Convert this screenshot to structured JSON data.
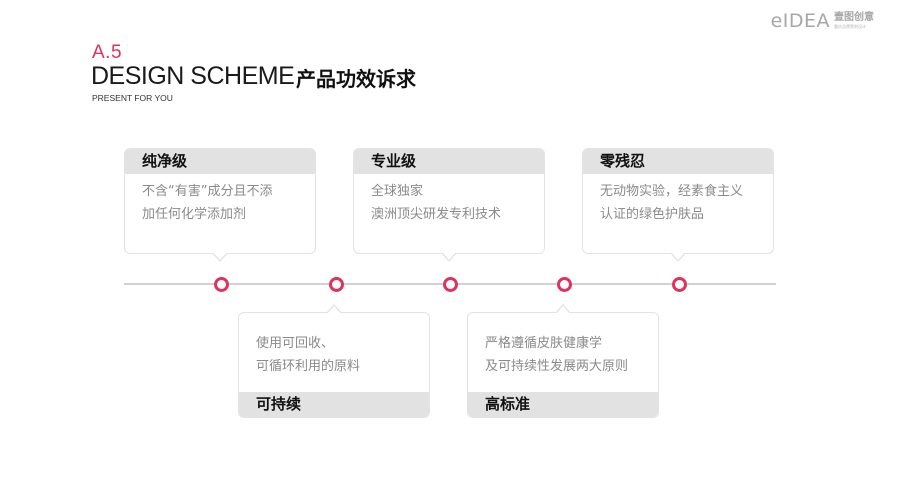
{
  "header": {
    "section_number": "A.5",
    "title": "DESIGN SCHEME",
    "subtitle_cn": "产品功效诉求",
    "tagline": "PRESENT FOR YOU"
  },
  "logo": {
    "mark": "eIDEA",
    "name_cn": "壹图创意",
    "sub": "重庆品牌策划设计"
  },
  "cards": [
    {
      "title": "纯净级",
      "lines": [
        "不含“有害”成分且不添",
        "加任何化学添加剂"
      ]
    },
    {
      "title": "可持续",
      "lines": [
        "使用可回收、",
        "可循环利用的原料"
      ]
    },
    {
      "title": "专业级",
      "lines": [
        "全球独家",
        "澳洲顶尖研发专利技术"
      ]
    },
    {
      "title": "高标准",
      "lines": [
        "严格遵循皮肤健康学",
        "及可持续性发展两大原则"
      ]
    },
    {
      "title": "零残忍",
      "lines": [
        "无动物实验，经素食主义",
        "认证的绿色护肤品"
      ]
    }
  ],
  "colors": {
    "accent": "#e0335c",
    "card_header": "#e2e2e2",
    "line": "#d1d1d1",
    "body_text": "#8a8a8a"
  }
}
